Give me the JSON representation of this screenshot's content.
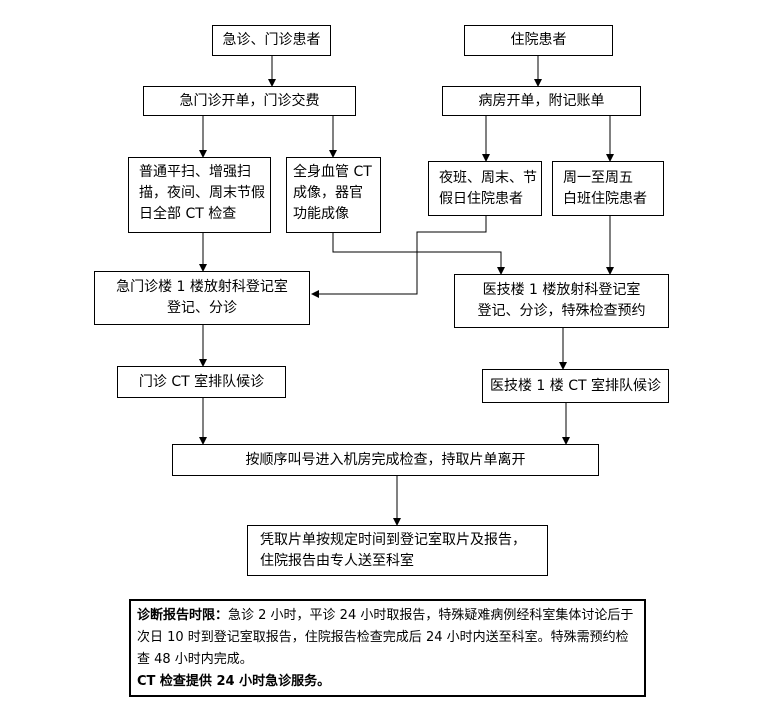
{
  "nodes": {
    "emergency_outpatient": "急诊、门诊患者",
    "inpatient": "住院患者",
    "er_billing": "急门诊开单，门诊交费",
    "ward_billing": "病房开单，附记账单",
    "ct_all": [
      "普通平扫、增强扫",
      "描，夜间、周末节假",
      "日全部 CT 检查"
    ],
    "vascular": [
      "全身血管 CT",
      "成像，器官",
      "功能成像"
    ],
    "night_inpatient": [
      "夜班、周末、节",
      "假日住院患者"
    ],
    "weekday_inpatient": [
      "周一至周五",
      "白班住院患者"
    ],
    "er_registration": [
      "急门诊楼 1 楼放射科登记室",
      "登记、分诊"
    ],
    "tech_registration": [
      "医技楼 1 楼放射科登记室",
      "登记、分诊，特殊检查预约"
    ],
    "outpatient_queue": "门诊 CT 室排队候诊",
    "tech_queue": "医技楼 1 楼 CT 室排队候诊",
    "call_exam": "按顺序叫号进入机房完成检查，持取片单离开",
    "pickup": [
      "凭取片单按规定时间到登记室取片及报告，",
      "住院报告由专人送至科室"
    ]
  },
  "note": {
    "title": "诊断报告时限：",
    "body": "急诊 2 小时，平诊 24 小时取报告，特殊疑难病例经科室集体讨论后于次日 10 时到登记室取报告，住院报告检查完成后 24 小时内送至科室。特殊需预约检查 48 小时内完成。",
    "footer": "CT 检查提供 24 小时急诊服务。"
  }
}
